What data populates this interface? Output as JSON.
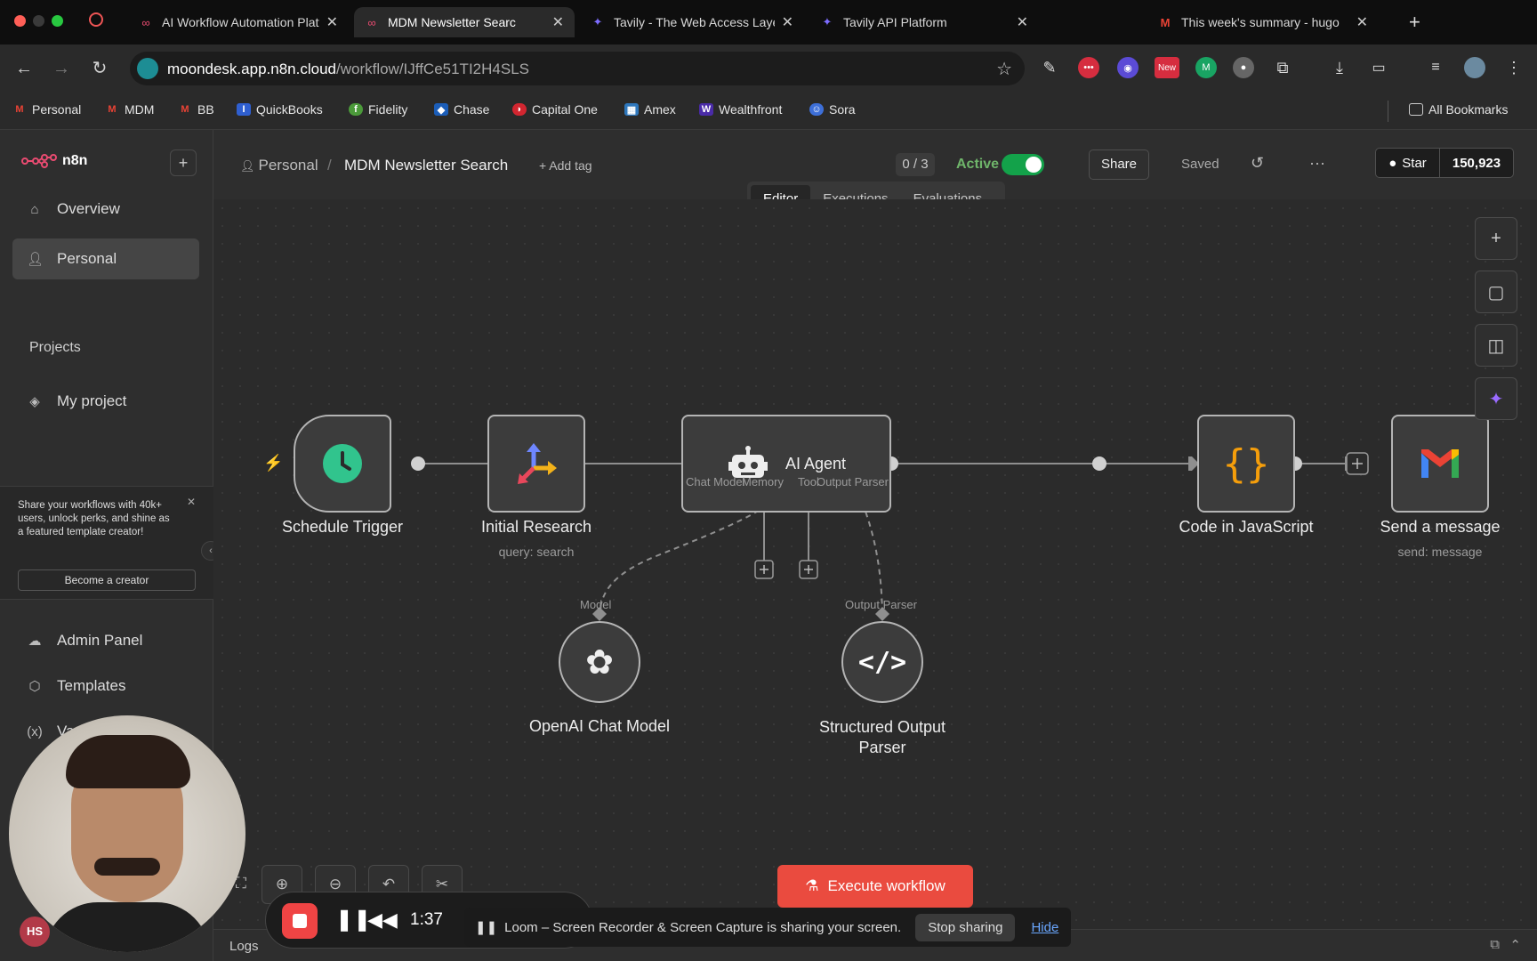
{
  "browser": {
    "tabs": [
      {
        "title": "AI Workflow Automation Platf",
        "active": false
      },
      {
        "title": "MDM Newsletter Searc",
        "active": true
      },
      {
        "title": "Tavily - The Web Access Laye",
        "active": false
      },
      {
        "title": "Tavily API Platform",
        "active": false
      },
      {
        "title": "This week's summary - hugo",
        "active": false
      }
    ],
    "url_host": "moondesk.app.n8n.cloud",
    "url_path": "/workflow/IJffCe51TI2H4SLS",
    "ext_new_badge": "New",
    "bookmarks": [
      "Personal",
      "MDM",
      "BB",
      "QuickBooks",
      "Fidelity",
      "Chase",
      "Capital One",
      "Amex",
      "Wealthfront",
      "Sora"
    ],
    "all_bookmarks": "All Bookmarks"
  },
  "sidebar": {
    "brand": "n8n",
    "items": [
      {
        "label": "Overview",
        "icon": "home-icon"
      },
      {
        "label": "Personal",
        "icon": "user-icon"
      }
    ],
    "projects_heading": "Projects",
    "projects": [
      {
        "label": "My project",
        "icon": "layers-icon"
      }
    ],
    "promo_text": "Share your workflows with 40k+ users, unlock perks, and shine as a featured template creator!",
    "promo_button": "Become a creator",
    "bottom_items": [
      {
        "label": "Admin Panel",
        "icon": "cloud-icon"
      },
      {
        "label": "Templates",
        "icon": "box-icon"
      },
      {
        "label": "Va",
        "icon": "variable-icon"
      }
    ],
    "avatar_initials": "HS"
  },
  "header": {
    "breadcrumb_project": "Personal",
    "breadcrumb_separator": "/",
    "workflow_name": "MDM Newsletter Search",
    "add_tag": "+ Add tag",
    "counter": "0 / 3",
    "active_label": "Active",
    "share": "Share",
    "saved": "Saved",
    "github_star": "Star",
    "github_count": "150,923",
    "mode_tabs": [
      "Editor",
      "Executions",
      "Evaluations"
    ]
  },
  "workflow": {
    "nodes": [
      {
        "name": "Schedule Trigger",
        "sub": "",
        "icon": "clock-icon"
      },
      {
        "name": "Initial Research",
        "sub": "query: search",
        "icon": "tavily-icon"
      },
      {
        "name": "AI Agent",
        "sub": "",
        "icon": "robot-icon"
      },
      {
        "name": "Code in JavaScript",
        "sub": "",
        "icon": "code-braces-icon"
      },
      {
        "name": "Send a message",
        "sub": "send: message",
        "icon": "gmail-icon"
      },
      {
        "name": "OpenAI Chat Model",
        "sub": "",
        "icon": "openai-icon"
      },
      {
        "name": "Structured Output Parser",
        "sub": "",
        "icon": "code-tag-icon"
      }
    ],
    "agent_ports": [
      "Chat Model",
      "Memory",
      "Tool",
      "Output Parser"
    ],
    "model_port_label": "Model",
    "parser_port_label": "Output Parser",
    "execute_button": "Execute workflow"
  },
  "footer": {
    "logs": "Logs"
  },
  "loom": {
    "timer": "1:37",
    "sharing_text": "Loom – Screen Recorder & Screen Capture is sharing your screen.",
    "stop_sharing": "Stop sharing",
    "hide": "Hide"
  }
}
